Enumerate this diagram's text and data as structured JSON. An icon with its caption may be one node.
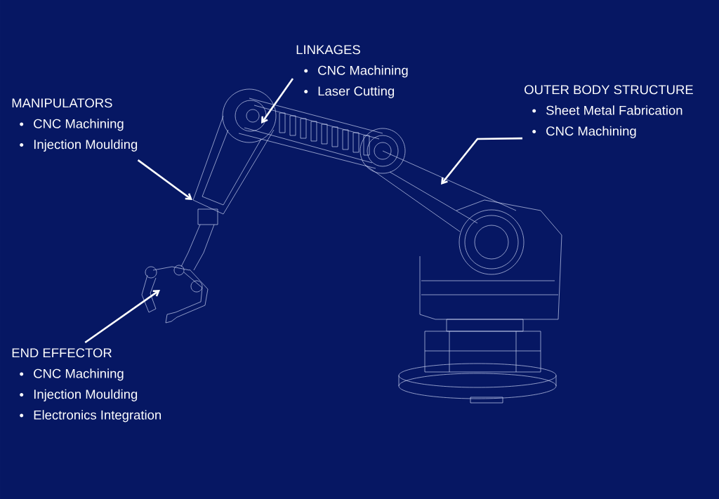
{
  "diagram": {
    "nodes": [
      {
        "text": [
          "LINKAGES",
          "CNC Machining",
          "Laser Cutting"
        ]
      },
      {
        "text": [
          "MANIPULATORS",
          "CNC Machining",
          "Injection Moulding"
        ]
      },
      {
        "text": [
          "OUTER BODY STRUCTURE",
          "Sheet Metal Fabrication",
          "CNC Machining"
        ]
      },
      {
        "text": [
          "END EFFECTOR",
          "CNC Machining",
          "Injection Moulding",
          "Electronics Integration"
        ]
      }
    ],
    "edges": [
      {
        "from": 0,
        "to": null,
        "arrow": "to"
      },
      {
        "from": 1,
        "to": null,
        "arrow": "to"
      },
      {
        "from": 2,
        "to": null,
        "arrow": "to"
      },
      {
        "from": 3,
        "to": null,
        "arrow": "to"
      }
    ]
  }
}
